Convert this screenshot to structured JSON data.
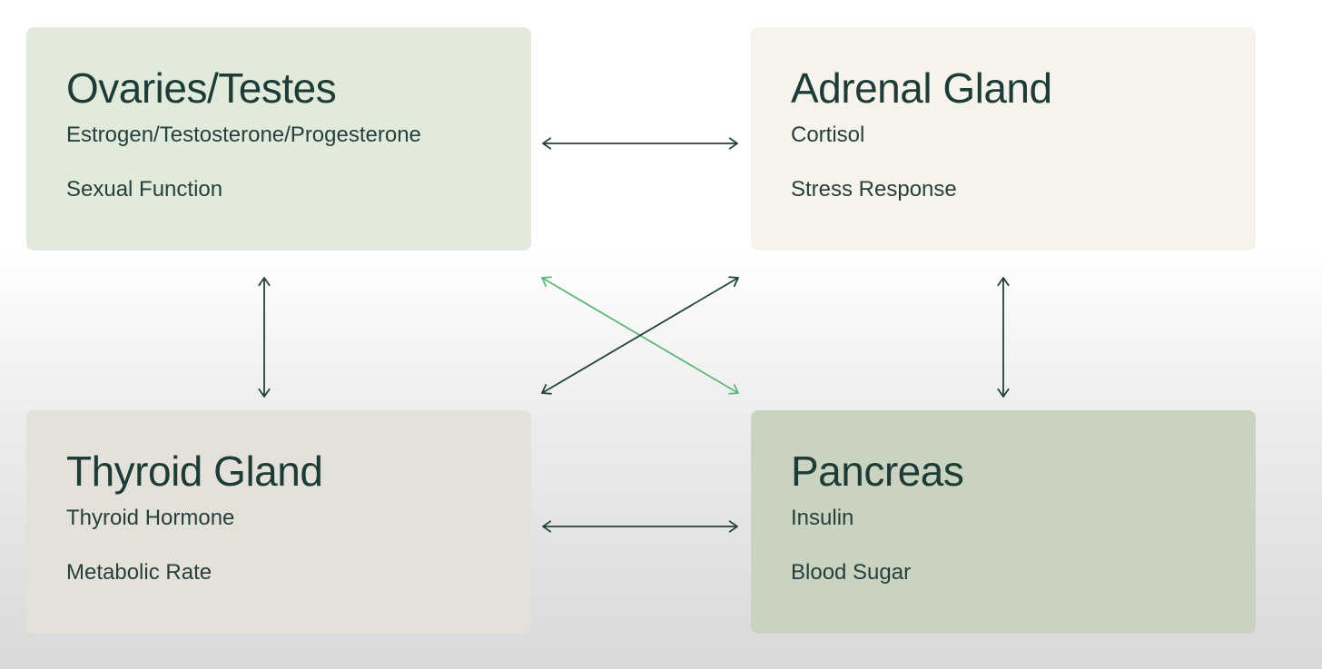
{
  "cards": {
    "ovaries": {
      "title": "Ovaries/Testes",
      "hormone": "Estrogen/Testosterone/Progesterone",
      "function": "Sexual Function",
      "color": "#e2eadc"
    },
    "adrenal": {
      "title": "Adrenal Gland",
      "hormone": "Cortisol",
      "function": "Stress Response",
      "color": "#f6f3ec"
    },
    "thyroid": {
      "title": "Thyroid Gland",
      "hormone": "Thyroid Hormone",
      "function": "Metabolic Rate",
      "color": "#e4e1da"
    },
    "pancreas": {
      "title": "Pancreas",
      "hormone": "Insulin",
      "function": "Blood Sugar",
      "color": "#c9d3c0"
    }
  },
  "connections": [
    {
      "from": "ovaries",
      "to": "adrenal",
      "color": "#24413c"
    },
    {
      "from": "thyroid",
      "to": "pancreas",
      "color": "#24413c"
    },
    {
      "from": "ovaries",
      "to": "thyroid",
      "color": "#24413c"
    },
    {
      "from": "adrenal",
      "to": "pancreas",
      "color": "#24413c"
    },
    {
      "from": "ovaries",
      "to": "pancreas",
      "color": "#5fb67d"
    },
    {
      "from": "adrenal",
      "to": "thyroid",
      "color": "#24413c"
    }
  ]
}
